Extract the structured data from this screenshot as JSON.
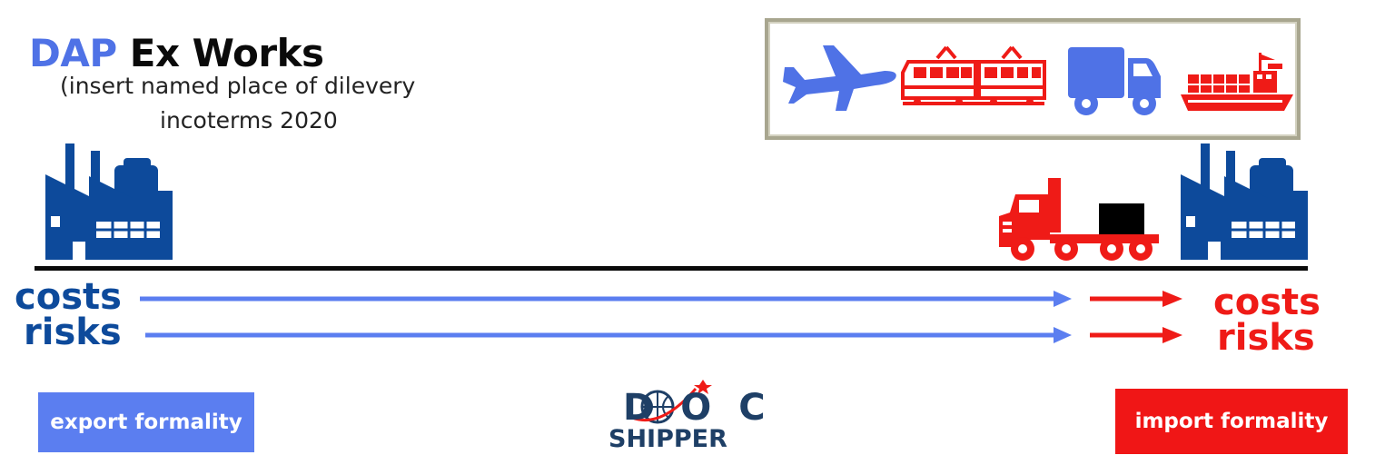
{
  "title": {
    "incoterm": "DAP",
    "crossed": "Ex Works"
  },
  "subtitle": {
    "line1": "(insert named place of dilevery",
    "line2": "incoterms 2020"
  },
  "left": {
    "costs": "costs",
    "risks": "risks",
    "formality": "export formality"
  },
  "right": {
    "costs": "costs",
    "risks": "risks",
    "formality": "import formality"
  },
  "logo": {
    "top": "DOC",
    "bottom": "SHIPPER"
  },
  "icons": {
    "transport": [
      "airplane-icon",
      "train-icon",
      "delivery-truck-icon",
      "cargo-ship-icon"
    ],
    "left_factory": "factory-icon",
    "right_factory": "factory-icon",
    "truck": "semi-truck-icon"
  },
  "colors": {
    "seller_blue": "#0d4a9b",
    "arrow_blue": "#5b7ef0",
    "buyer_red": "#ef1b17",
    "dap_blue": "#4f72e6"
  }
}
